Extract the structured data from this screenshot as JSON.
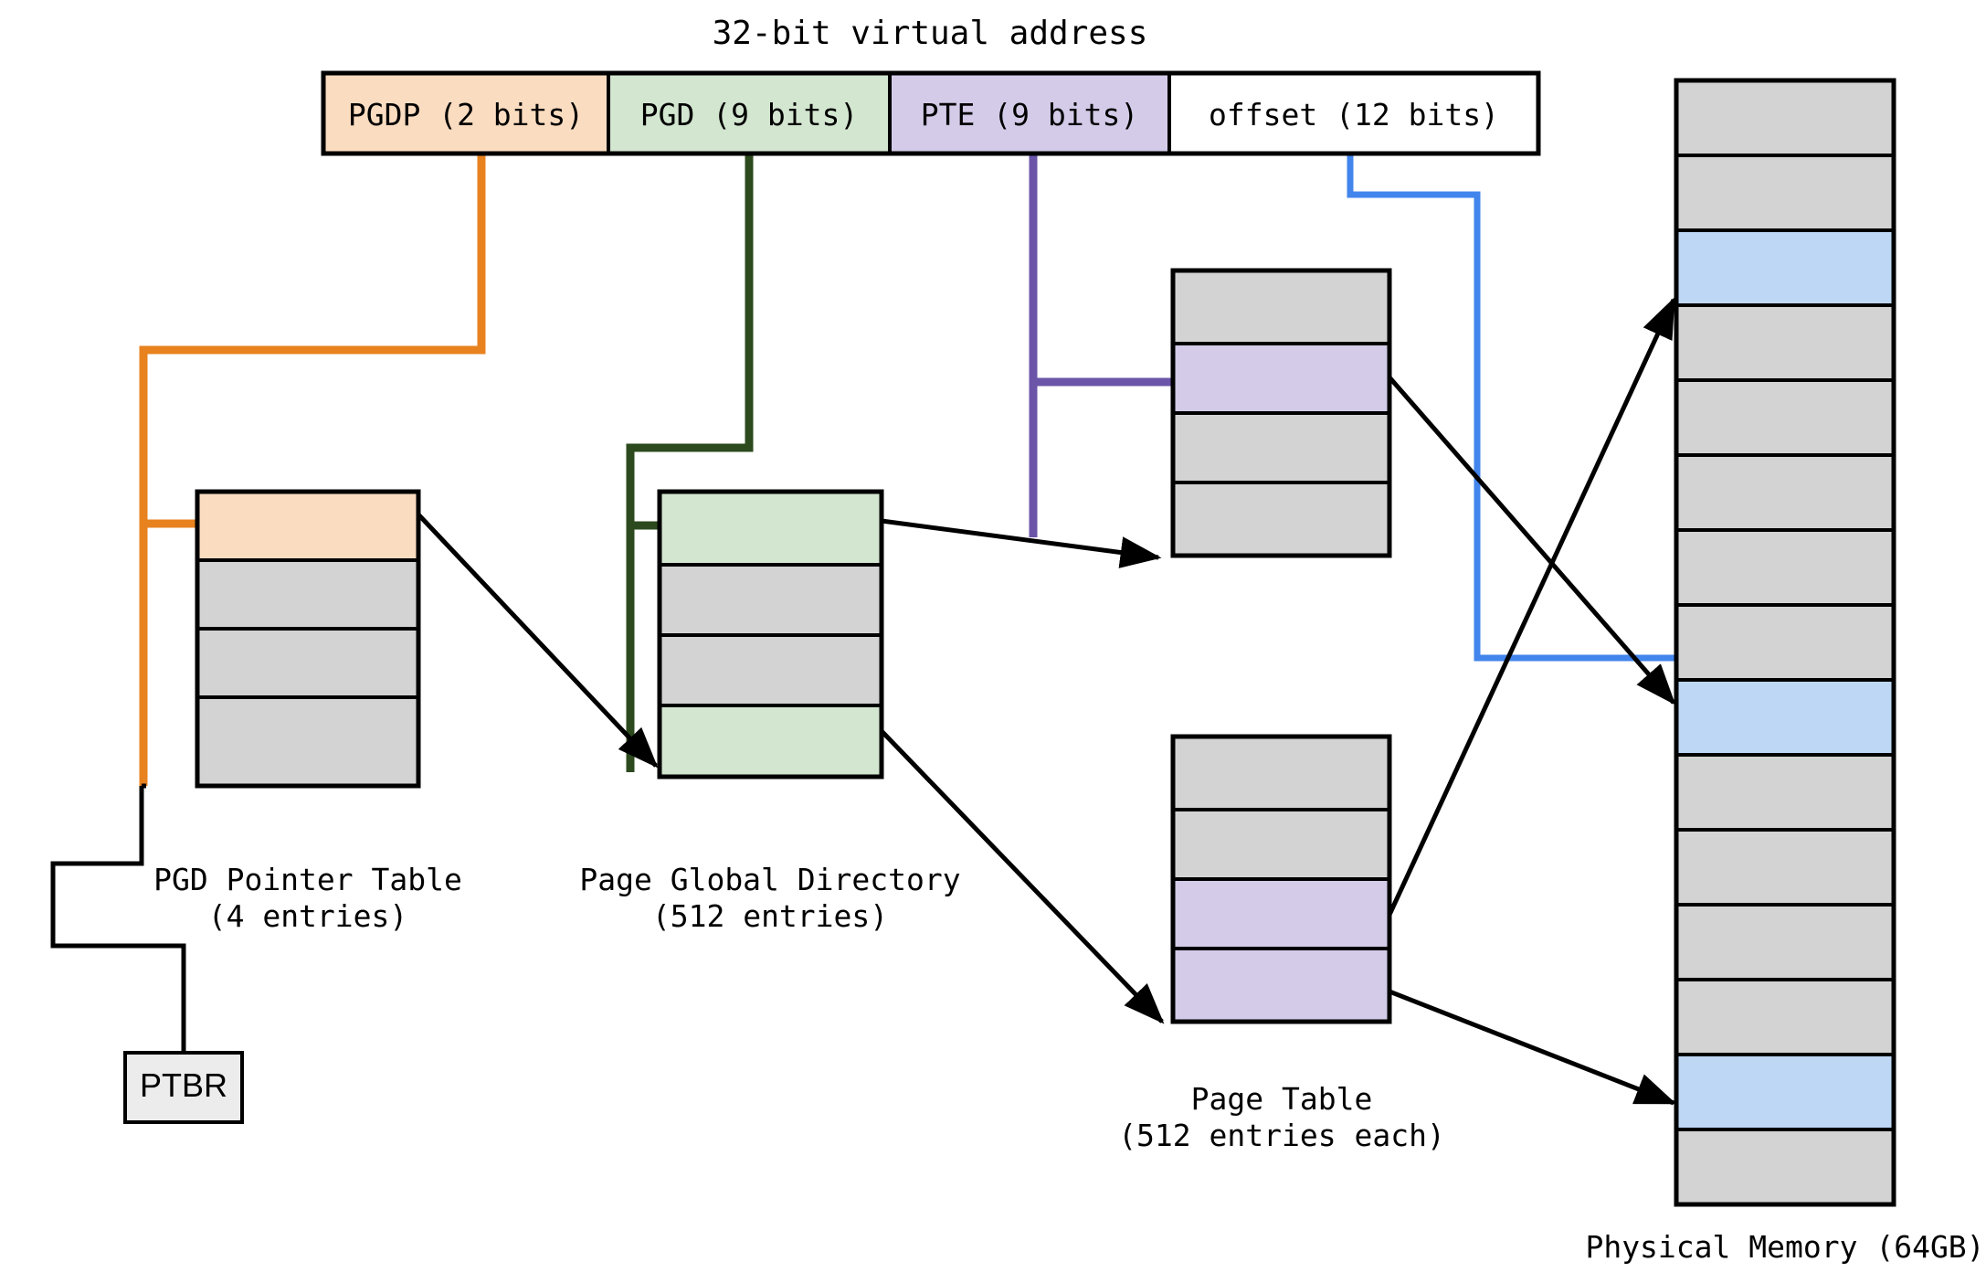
{
  "diagram": {
    "title": "32-bit virtual address",
    "type": "memory-address-translation-diagram"
  },
  "address_bar": {
    "fields": [
      {
        "label": "PGDP (2 bits)",
        "bits": 2,
        "color": "#fadcc0"
      },
      {
        "label": "PGD (9 bits)",
        "bits": 9,
        "color": "#d3e6d0"
      },
      {
        "label": "PTE (9 bits)",
        "bits": 9,
        "color": "#d3cbe8"
      },
      {
        "label": "offset (12 bits)",
        "bits": 12,
        "color": "#ffffff"
      }
    ]
  },
  "tables": {
    "pgd_pointer_table": {
      "label_line1": "PGD Pointer Table",
      "label_line2": "(4 entries)",
      "rows": 4,
      "highlighted_rows": [
        1
      ],
      "highlight_color": "#fadcc0"
    },
    "page_global_directory": {
      "label_line1": "Page Global Directory",
      "label_line2": "(512 entries)",
      "rows": 4,
      "highlighted_rows": [
        1,
        4
      ],
      "highlight_color": "#d3e6d0"
    },
    "page_table_upper": {
      "rows": 4,
      "highlighted_rows": [
        2
      ],
      "highlight_color": "#d3cbe8"
    },
    "page_table_lower": {
      "label_line1": "Page Table",
      "label_line2": "(512 entries each)",
      "rows": 4,
      "highlighted_rows": [
        3,
        4
      ],
      "highlight_color": "#d3cbe8"
    },
    "physical_memory": {
      "label": "Physical Memory (64GB)",
      "rows": 15,
      "highlighted_rows": [
        3,
        9,
        14
      ],
      "highlight_color": "#bdd7f5"
    }
  },
  "registers": {
    "ptbr": {
      "label": "PTBR"
    }
  },
  "connectors": {
    "pgdp": {
      "name": "pgdp-connector",
      "color": "#e8821e"
    },
    "pgd": {
      "name": "pgd-connector",
      "color": "#2c4a1e"
    },
    "pte": {
      "name": "pte-connector",
      "color": "#6b55a8"
    },
    "offset": {
      "name": "offset-connector",
      "color": "#4285ec"
    },
    "ptbr_link": {
      "name": "ptbr-connector",
      "color": "#000000"
    }
  },
  "colors": {
    "gray_cell": "#d3d3d3",
    "register_fill": "#ececec",
    "outline": "#000000",
    "background": "#ffffff"
  }
}
